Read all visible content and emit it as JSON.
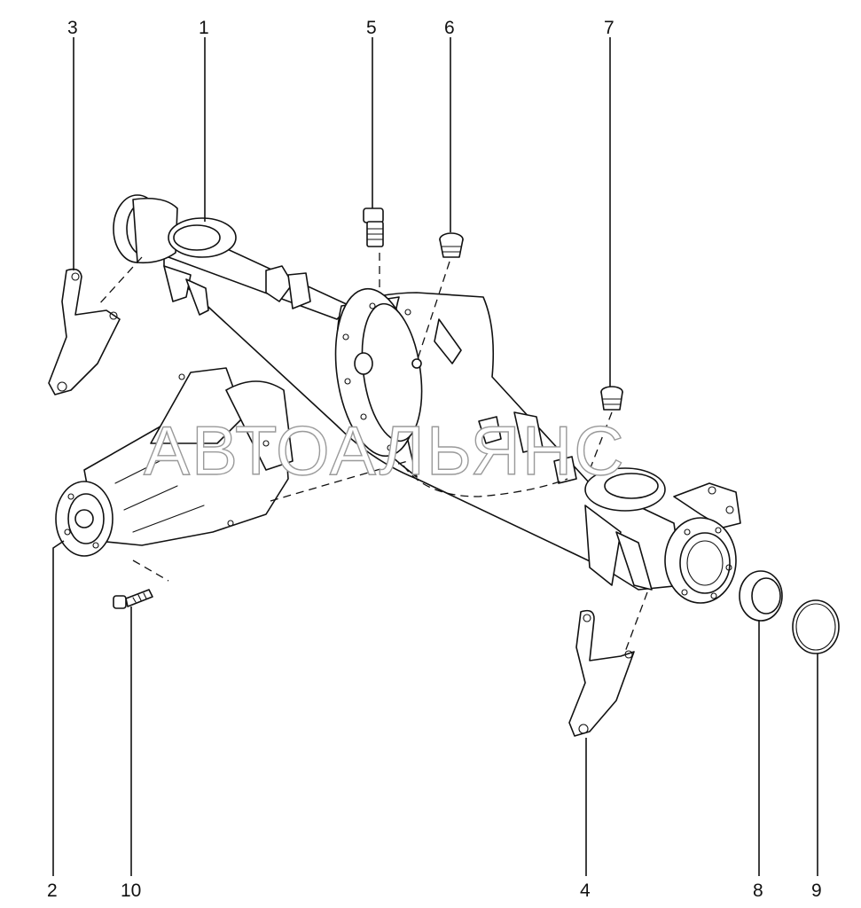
{
  "watermark": "АВТОАЛЬЯНС",
  "callouts": [
    {
      "id": "1",
      "text": "1"
    },
    {
      "id": "2",
      "text": "2"
    },
    {
      "id": "3",
      "text": "3"
    },
    {
      "id": "4",
      "text": "4"
    },
    {
      "id": "5",
      "text": "5"
    },
    {
      "id": "6",
      "text": "6"
    },
    {
      "id": "7",
      "text": "7"
    },
    {
      "id": "8",
      "text": "8"
    },
    {
      "id": "9",
      "text": "9"
    },
    {
      "id": "10",
      "text": "10"
    }
  ]
}
